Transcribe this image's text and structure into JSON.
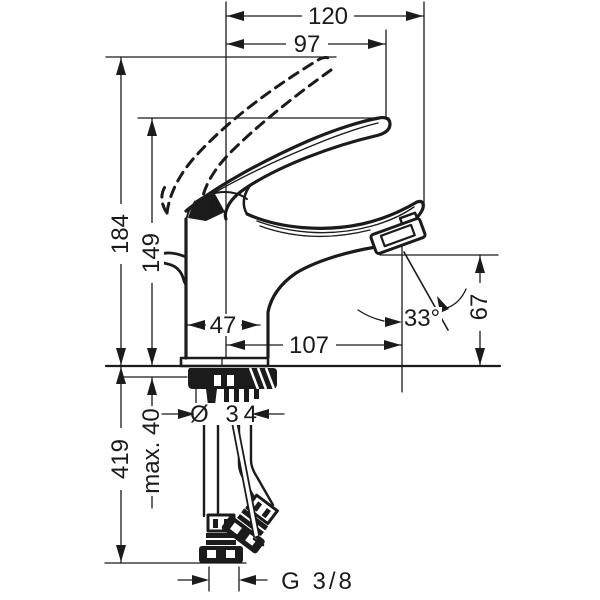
{
  "style": {
    "ink": "#1b1b1b",
    "background": "#ffffff"
  },
  "drawing": {
    "kind": "technical dimension drawing",
    "subject": "single-lever basin mixer tap, side view with supply hoses",
    "labels": {
      "overall_width": "120",
      "handle_reach": "97",
      "overall_height": "184",
      "handle_height": "149",
      "base_width": "47",
      "spout_reach": "107",
      "spray_angle": "33°",
      "spout_height": "67",
      "install_depth": "419",
      "max_counter_thickness": "max. 40",
      "tap_hole_diameter": "Ø 34",
      "connector_thread": "G 3/8"
    }
  }
}
